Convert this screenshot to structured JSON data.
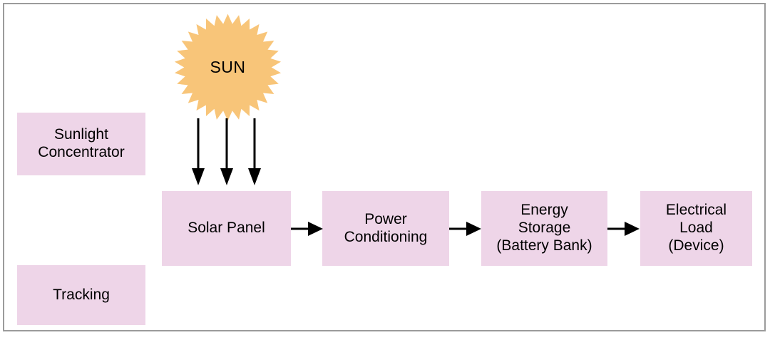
{
  "figure": {
    "title": "Solar energy system block diagram",
    "background": "#ffffff",
    "frame_color": "#9b9b9b"
  },
  "sun": {
    "label": "SUN",
    "fill": "#f8c579",
    "points": 30,
    "icon": "sun-star-icon"
  },
  "rays": {
    "count": 3,
    "direction": "down",
    "color": "#000000",
    "icon": "arrow-down-icon"
  },
  "side_nodes": [
    {
      "id": "sunlight-concentrator",
      "label": "Sunlight\nConcentrator",
      "fill": "#eed5e8"
    },
    {
      "id": "tracking",
      "label": "Tracking",
      "fill": "#eed5e8"
    }
  ],
  "chain_nodes": [
    {
      "id": "solar-panel",
      "label": "Solar Panel",
      "fill": "#eed5e8"
    },
    {
      "id": "power-conditioning",
      "label": "Power\nConditioning",
      "fill": "#eed5e8"
    },
    {
      "id": "energy-storage",
      "label": "Energy\nStorage\n(Battery Bank)",
      "fill": "#eed5e8"
    },
    {
      "id": "electrical-load",
      "label": "Electrical\nLoad\n(Device)",
      "fill": "#eed5e8"
    }
  ],
  "connectors": [
    {
      "id": "solar-panel-to-power-conditioning",
      "from": "solar-panel",
      "to": "power-conditioning",
      "direction": "right",
      "color": "#000000"
    },
    {
      "id": "power-conditioning-to-energy-storage",
      "from": "power-conditioning",
      "to": "energy-storage",
      "direction": "right",
      "color": "#000000"
    },
    {
      "id": "energy-storage-to-electrical-load",
      "from": "energy-storage",
      "to": "electrical-load",
      "direction": "right",
      "color": "#000000"
    }
  ]
}
